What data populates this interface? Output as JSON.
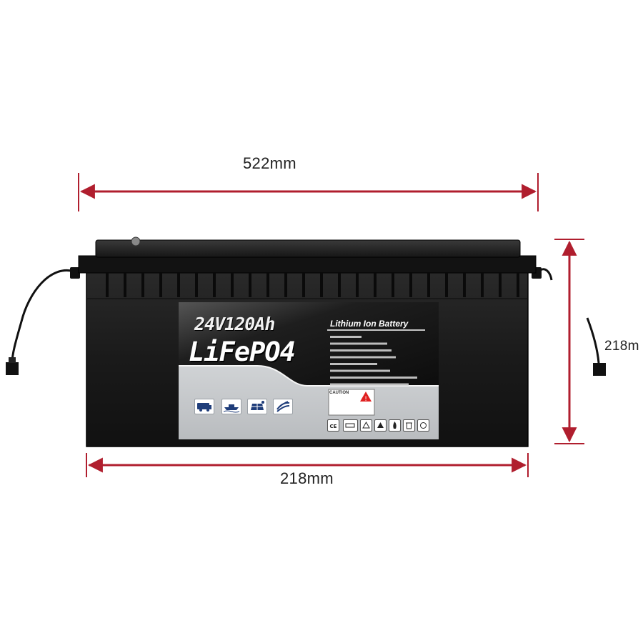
{
  "dimensions": {
    "top": "522mm",
    "bottom": "218mm",
    "right": "218m"
  },
  "label": {
    "title_line1": "24V120Ah",
    "title_line2": "LiFePO4",
    "brand_line": "Lithium Ion Battery",
    "caution": "CAUTION"
  },
  "colors": {
    "dimension_line": "#b01e2e",
    "battery_body": "#1c1c1c",
    "label_dark": "#2a2a2a",
    "label_light": "#c8cacc",
    "warning": "#e02020"
  },
  "icons": [
    "rv-icon",
    "boat-icon",
    "solar-panel-icon",
    "wind-icon"
  ],
  "cert_icons": [
    "ce-mark-icon",
    "battery-icon",
    "recycle-icon",
    "warning-icon",
    "fire-icon",
    "trash-icon",
    "lock-icon"
  ]
}
